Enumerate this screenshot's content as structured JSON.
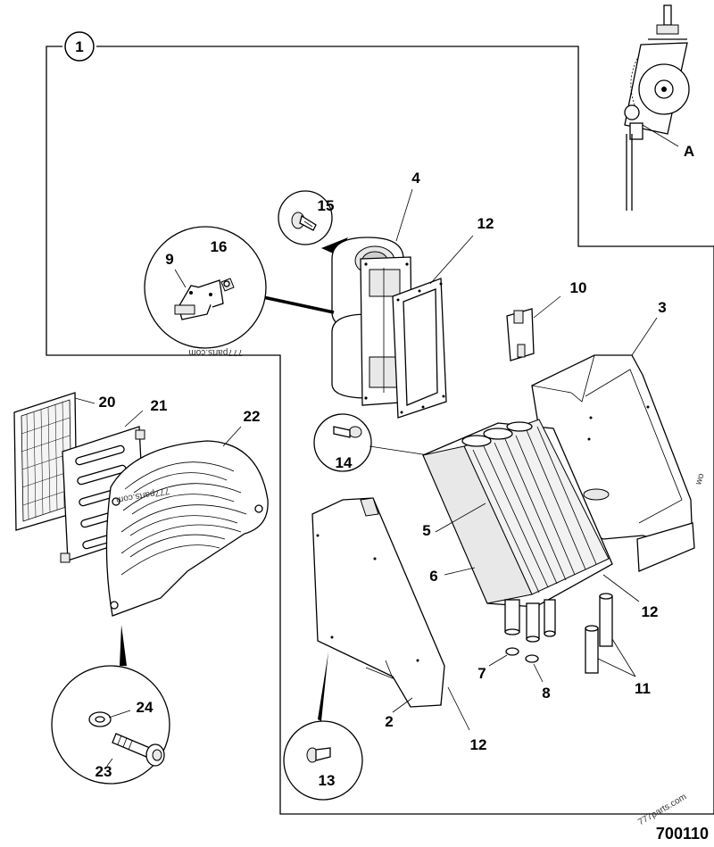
{
  "diagram": {
    "group_marker": "1",
    "part_number": "700110",
    "detail_label": "A",
    "callouts": {
      "c2": "2",
      "c3": "3",
      "c4": "4",
      "c5": "5",
      "c6": "6",
      "c7": "7",
      "c8": "8",
      "c9": "9",
      "c10": "10",
      "c11": "11",
      "c12a": "12",
      "c12b": "12",
      "c12c": "12",
      "c13": "13",
      "c14": "14",
      "c15": "15",
      "c16": "16",
      "c20": "20",
      "c21": "21",
      "c22": "22",
      "c23": "23",
      "c24": "24"
    },
    "watermarks": {
      "w1": "777parts.com",
      "w2": "777parts.com",
      "w3": "777parts.com",
      "w4": "wo"
    }
  }
}
